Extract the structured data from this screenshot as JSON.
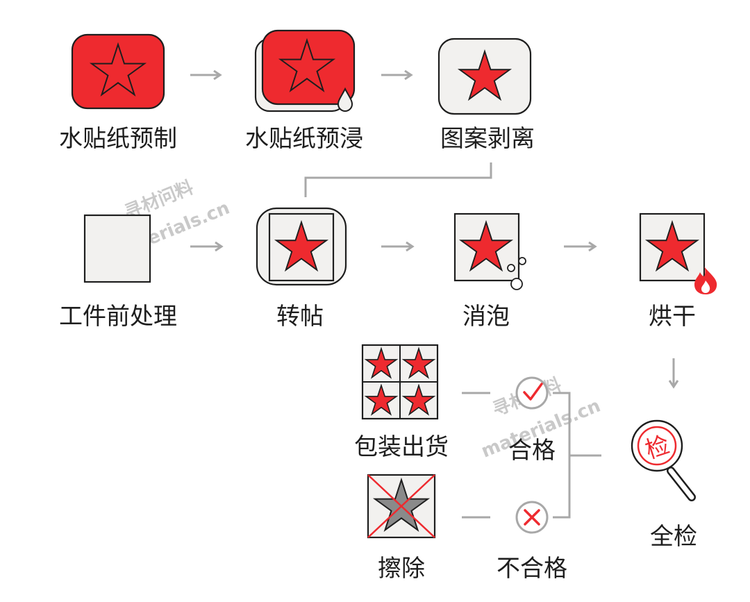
{
  "steps": [
    {
      "id": "decal-prep",
      "label": "水贴纸预制"
    },
    {
      "id": "decal-soak",
      "label": "水贴纸预浸"
    },
    {
      "id": "pattern-peel",
      "label": "图案剥离"
    },
    {
      "id": "pretreat",
      "label": "工件前处理"
    },
    {
      "id": "transfer",
      "label": "转帖"
    },
    {
      "id": "defoam",
      "label": "消泡"
    },
    {
      "id": "dry",
      "label": "烘干"
    },
    {
      "id": "inspect",
      "label": "全检"
    },
    {
      "id": "pass",
      "label": "合格"
    },
    {
      "id": "fail",
      "label": "不合格"
    },
    {
      "id": "pack",
      "label": "包装出货"
    },
    {
      "id": "erase",
      "label": "擦除"
    }
  ],
  "inspect_glyph": "检",
  "watermarks": [
    {
      "cn": "寻材问料",
      "en": "materials.cn"
    },
    {
      "cn": "寻材问料",
      "en": "materials.cn"
    }
  ],
  "colors": {
    "accent_red": "#ee2a2f",
    "connector_gray": "#a8a8a8",
    "tile_fill": "#f2f1ef",
    "outline": "#1e1e1e",
    "star_gray": "#8a8a8a"
  },
  "icons": {
    "star": "star-icon",
    "droplet": "water-drop-icon",
    "bubbles": "bubbles-icon",
    "flame": "flame-icon",
    "magnifier": "magnifier-icon",
    "check": "check-icon",
    "cross": "cross-icon"
  }
}
